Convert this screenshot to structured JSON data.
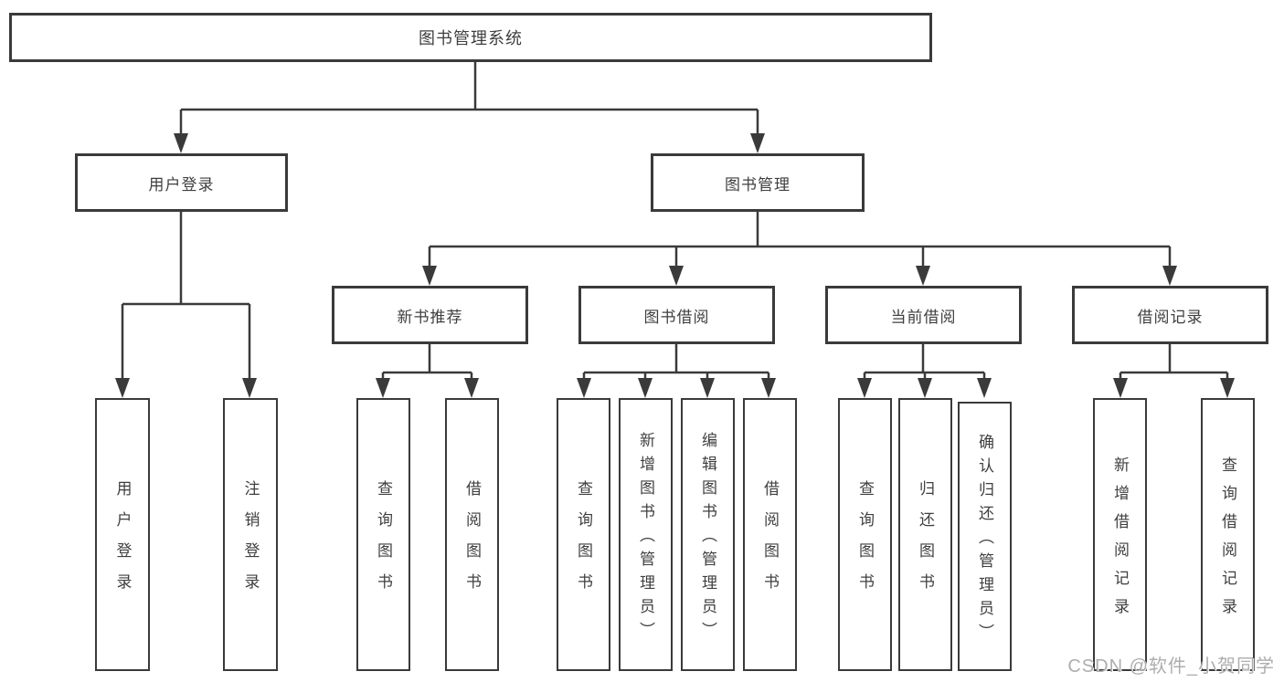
{
  "tree": {
    "label": "图书管理系统",
    "children": [
      {
        "label": "用户登录",
        "children": [
          {
            "label": "用户登录"
          },
          {
            "label": "注销登录"
          }
        ]
      },
      {
        "label": "图书管理",
        "children": [
          {
            "label": "新书推荐",
            "children": [
              {
                "label": "查询图书"
              },
              {
                "label": "借阅图书"
              }
            ]
          },
          {
            "label": "图书借阅",
            "children": [
              {
                "label": "查询图书"
              },
              {
                "label": "新增图书（管理员）"
              },
              {
                "label": "编辑图书（管理员）"
              },
              {
                "label": "借阅图书"
              }
            ]
          },
          {
            "label": "当前借阅",
            "children": [
              {
                "label": "查询图书"
              },
              {
                "label": "归还图书"
              },
              {
                "label": "确认归还（管理员）"
              }
            ]
          },
          {
            "label": "借阅记录",
            "children": [
              {
                "label": "新增借阅记录"
              },
              {
                "label": "查询借阅记录"
              }
            ]
          }
        ]
      }
    ]
  },
  "watermark": {
    "text": "CSDN @软件_小贺同学"
  },
  "colors": {
    "line": "#3a3a3a",
    "text": "#3f3f3f",
    "watermark": "#adadad",
    "background": "#ffffff"
  }
}
